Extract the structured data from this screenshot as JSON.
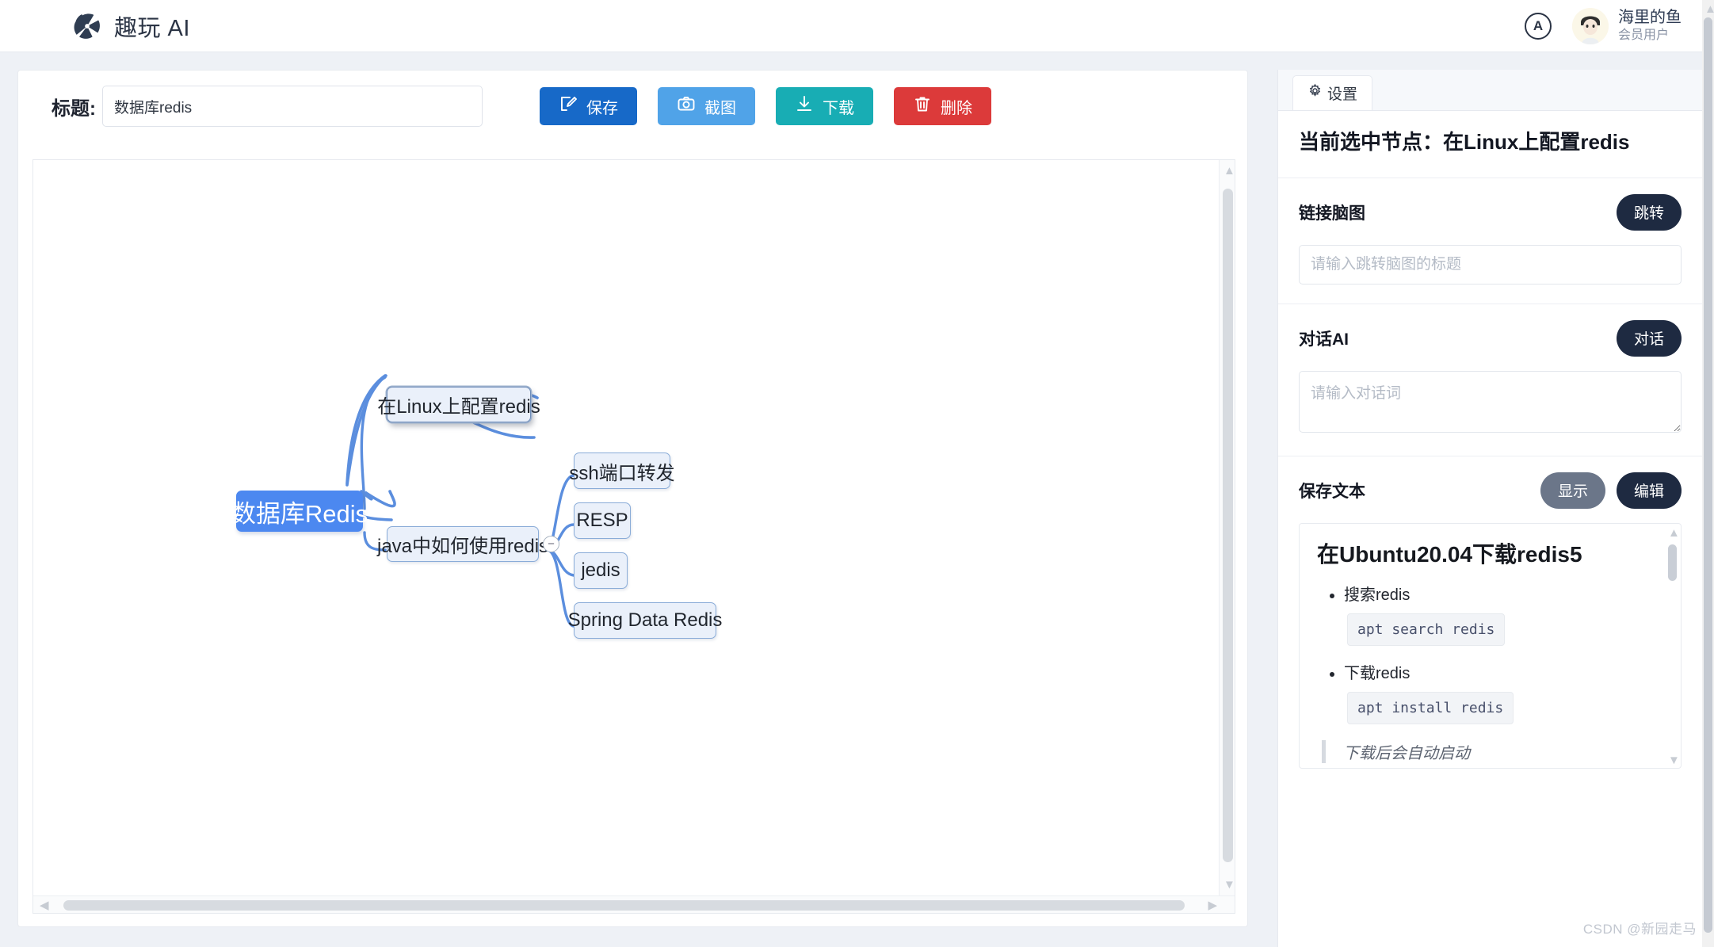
{
  "header": {
    "brand_name": "趣玩 AI",
    "logo_icon": "pinwheel-logo-icon",
    "account_badge": "A",
    "user_name": "海里的鱼",
    "user_role": "会员用户"
  },
  "toolbar": {
    "title_label": "标题:",
    "title_value": "数据库redis",
    "buttons": [
      {
        "label": "保存",
        "icon": "pencil-square-icon",
        "color": "#1769c8"
      },
      {
        "label": "截图",
        "icon": "camera-icon",
        "color": "#50a3e8"
      },
      {
        "label": "下载",
        "icon": "download-icon",
        "color": "#18adb4"
      },
      {
        "label": "删除",
        "icon": "trash-icon",
        "color": "#dc3a3a"
      }
    ]
  },
  "mindmap": {
    "root": {
      "text": "数据库Redis",
      "color": "#4c88f0"
    },
    "branches": [
      {
        "text": "在Linux上配置redis",
        "selected": true
      },
      {
        "text": "java中如何使用redis",
        "selected": false
      }
    ],
    "leaves": [
      {
        "text": "ssh端口转发"
      },
      {
        "text": "RESP"
      },
      {
        "text": "jedis"
      },
      {
        "text": "Spring Data Redis"
      }
    ],
    "collapse_toggle": "−"
  },
  "panel": {
    "tab": {
      "label": "设置",
      "icon": "gear-icon"
    },
    "selected_node_heading": "当前选中节点：在Linux上配置redis",
    "link_section": {
      "title": "链接脑图",
      "button": "跳转",
      "input_placeholder": "请输入跳转脑图的标题",
      "input_value": ""
    },
    "chat_section": {
      "title": "对话AI",
      "button": "对话",
      "input_placeholder": "请输入对话词",
      "input_value": ""
    },
    "text_section": {
      "title": "保存文本",
      "show_button": "显示",
      "edit_button": "编辑",
      "content": {
        "heading": "在Ubuntu20.04下载redis5",
        "items": [
          {
            "label": "搜索redis",
            "code": "apt search redis"
          },
          {
            "label": "下载redis",
            "code": "apt install redis"
          }
        ],
        "quote": "下载后会自动启动"
      }
    }
  },
  "watermark": "CSDN @新园走马"
}
